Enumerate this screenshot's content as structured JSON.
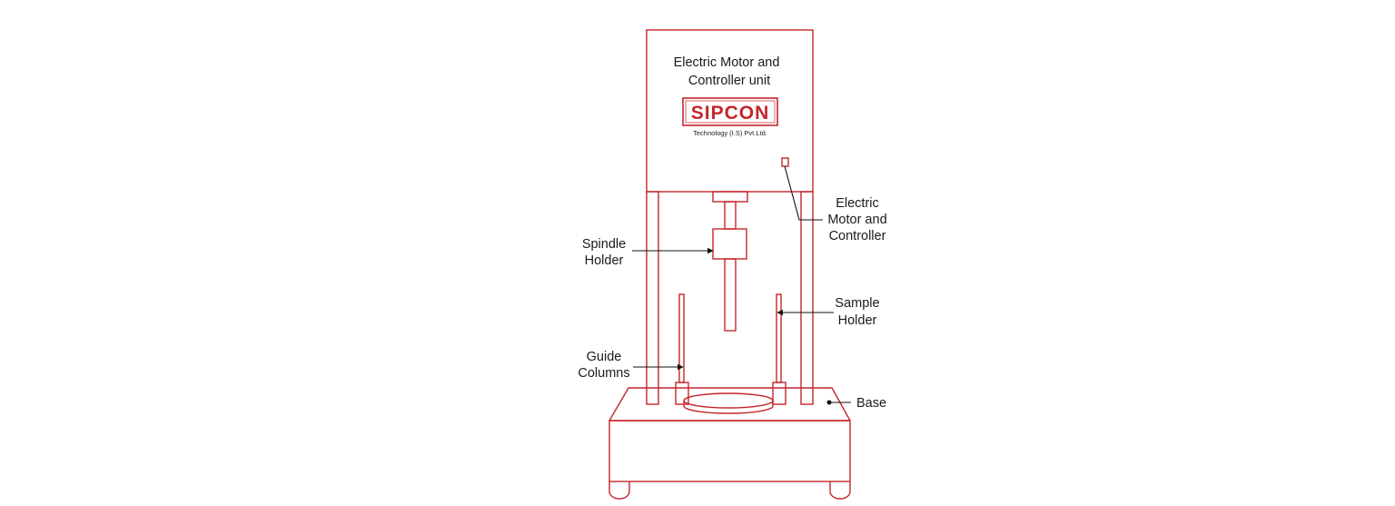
{
  "diagram": {
    "panel_title_line1": "Electric Motor and",
    "panel_title_line2": "Controller unit",
    "logo_text": "SIPCON",
    "logo_subtitle": "Technology (I.S) Pvt.Ltd.",
    "labels": {
      "spindle_holder": [
        "Spindle",
        "Holder"
      ],
      "electric_motor_controller": [
        "Electric",
        "Motor and",
        "Controller"
      ],
      "sample_holder": [
        "Sample",
        "Holder"
      ],
      "guide_columns": [
        "Guide",
        "Columns"
      ],
      "base": "Base"
    },
    "colors": {
      "outline": "#c4262b",
      "leader": "#111111",
      "text": "#1a1a1a"
    }
  }
}
